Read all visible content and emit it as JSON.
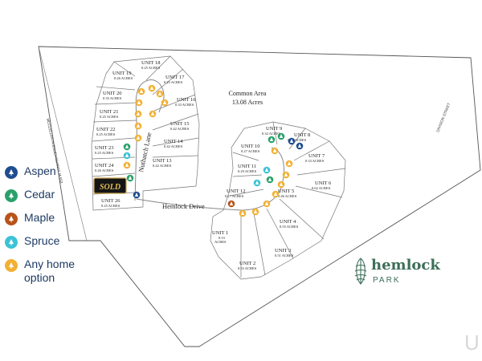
{
  "map": {
    "common_area": {
      "name": "Common Area",
      "size": "13.08 Acres"
    },
    "streets": {
      "hemlock_drive": "Hemlock Drive",
      "nuthatch_lane": "Nuthatch Lane",
      "mcclellan_ave": "MCCLELLAN AVENUE/HIGHWAY M-553",
      "division_street": "DIVISION STREET"
    },
    "sold_label": "SOLD",
    "units": [
      {
        "id": "u1",
        "name": "UNIT 1",
        "acres": "0.53",
        "acres_label": "ACRES"
      },
      {
        "id": "u2",
        "name": "UNIT 2",
        "acres": "0.53 ACRES"
      },
      {
        "id": "u3",
        "name": "UNIT 3",
        "acres": "0.51 ACRES"
      },
      {
        "id": "u4",
        "name": "UNIT 4",
        "acres": "0.55 ACRES"
      },
      {
        "id": "u5",
        "name": "UNIT 5",
        "acres": "0.46 ACRES"
      },
      {
        "id": "u6",
        "name": "UNIT 6",
        "acres": "0.62 ACRES"
      },
      {
        "id": "u7",
        "name": "UNIT 7",
        "acres": "0.33 ACRES"
      },
      {
        "id": "u8",
        "name": "UNIT 8",
        "acres": "0.28 ACRES"
      },
      {
        "id": "u9",
        "name": "UNIT 9",
        "acres": "0.32 ACRES"
      },
      {
        "id": "u10",
        "name": "UNIT 10",
        "acres": "0.27 ACRES"
      },
      {
        "id": "u11",
        "name": "UNIT 11",
        "acres": "0.29 ACRES"
      },
      {
        "id": "u12",
        "name": "UNIT 12",
        "acres": "0.27 ACRES"
      },
      {
        "id": "u13",
        "name": "UNIT 13",
        "acres": "0.42 ACRES"
      },
      {
        "id": "u14",
        "name": "UNIT 14",
        "acres": "0.42 ACRES"
      },
      {
        "id": "u15",
        "name": "UNIT 15",
        "acres": "0.42 ACRES"
      },
      {
        "id": "u16",
        "name": "UNIT 16",
        "acres": "0.33 ACRES"
      },
      {
        "id": "u17",
        "name": "UNIT 17",
        "acres": "0.25 ACRES"
      },
      {
        "id": "u18",
        "name": "UNIT 18",
        "acres": "0.25 ACRES"
      },
      {
        "id": "u19",
        "name": "UNIT 19",
        "acres": "0.26 ACRES"
      },
      {
        "id": "u20",
        "name": "UNIT 20",
        "acres": "0.35 ACRES"
      },
      {
        "id": "u21",
        "name": "UNIT 21",
        "acres": "0.25 ACRES"
      },
      {
        "id": "u22",
        "name": "UNIT 22",
        "acres": "0.25 ACRES"
      },
      {
        "id": "u23",
        "name": "UNIT 23",
        "acres": "0.25 ACRES"
      },
      {
        "id": "u24",
        "name": "UNIT 24",
        "acres": "0.26 ACRES"
      },
      {
        "id": "u26",
        "name": "UNIT 26",
        "acres": "0.25 ACRES"
      }
    ]
  },
  "legend": [
    {
      "key": "aspen",
      "label": "Aspen",
      "color": "#1f4d8f",
      "icon": "tree-icon"
    },
    {
      "key": "cedar",
      "label": "Cedar",
      "color": "#2aa16a",
      "icon": "tree-icon"
    },
    {
      "key": "maple",
      "label": "Maple",
      "color": "#b8531a",
      "icon": "tree-icon"
    },
    {
      "key": "spruce",
      "label": "Spruce",
      "color": "#3cc2d6",
      "icon": "tree-icon"
    },
    {
      "key": "any",
      "label": "Any home option",
      "color": "#f2b134",
      "icon": "tree-icon"
    }
  ],
  "brand": {
    "name": "hemlock",
    "subtitle": "PARK",
    "icon": "pinecone-icon",
    "color": "#3d6e58"
  },
  "watermark": "U"
}
